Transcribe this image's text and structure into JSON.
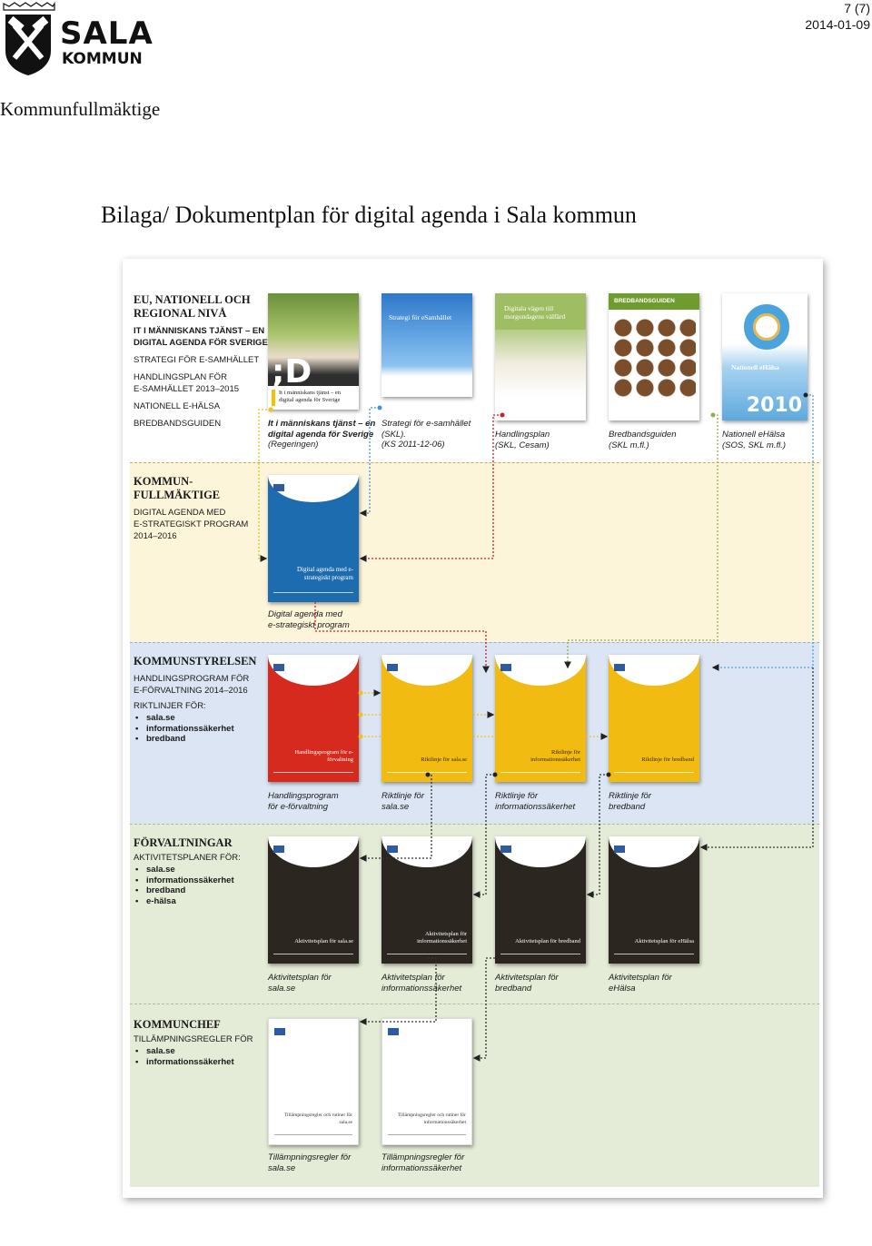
{
  "header": {
    "logo_name": "SALA",
    "logo_sub": "KOMMUN",
    "page_number": "7 (7)",
    "date": "2014-01-09",
    "department": "Kommunfullmäktige",
    "title": "Bilaga/ Dokumentplan för digital agenda i Sala kommun"
  },
  "colors": {
    "blue_doc": "#1e6cb0",
    "red_doc": "#d62a1e",
    "yellow_doc": "#f2bb12",
    "black_doc": "#2b2620",
    "band_yellow": "#fdf5d9",
    "band_blue": "#dbe5f3",
    "band_green": "#e4ebd6"
  },
  "sections": {
    "national": {
      "heading_1": "EU, NATIONELL OCH",
      "heading_2": "REGIONAL NIVÅ",
      "items": [
        "IT I MÄNNISKANS TJÄNST – EN",
        "DIGITAL AGENDA FÖR SVERIGE",
        "STRATEGI FÖR E-SAMHÄLLET",
        "HANDLINGSPLAN FÖR",
        "E-SAMHÄLLET 2013–2015",
        "NATIONELL E-HÄLSA",
        "BREDBANDSGUIDEN"
      ]
    },
    "kf": {
      "heading_1": "KOMMUN-",
      "heading_2": "FULLMÄKTIGE",
      "items": [
        "DIGITAL AGENDA MED",
        "E-STRATEGISKT PROGRAM",
        "2014–2016"
      ]
    },
    "ks": {
      "heading": "KOMMUNSTYRELSEN",
      "items": [
        "HANDLINGSPROGRAM FÖR",
        "E-FÖRVALTNING 2014–2016",
        "RIKTLINJER FÖR:"
      ],
      "bullets": [
        "sala.se",
        "informationssäkerhet",
        "bredband"
      ]
    },
    "forv": {
      "heading": "FÖRVALTNINGAR",
      "sub": "AKTIVITETSPLANER FÖR:",
      "bullets": [
        "sala.se",
        "informationssäkerhet",
        "bredband",
        "e-hälsa"
      ]
    },
    "chef": {
      "heading": "KOMMUNCHEF",
      "sub": "TILLÄMPNINGSREGLER FÖR",
      "bullets": [
        "sala.se",
        "informationssäkerhet"
      ]
    }
  },
  "national_docs": [
    {
      "cover_text": "It i människans tjänst – en digital agenda för Sverige",
      "cover_big": ";D",
      "caption": [
        "It i människans tjänst – en",
        "digital agenda för Sverige",
        "(Regeringen)"
      ]
    },
    {
      "cover_text": "Strategi för eSamhället",
      "caption": [
        "Strategi för e-samhället",
        "(SKL).",
        "(KS 2011-12-06)"
      ]
    },
    {
      "cover_text": "Digitala vägen till morgondagens välfärd",
      "caption": [
        "Handlingsplan",
        "(SKL, Cesam)"
      ]
    },
    {
      "cover_text": "BREDBANDSGUIDEN",
      "caption": [
        "Bredbandsguiden",
        "(SKL m.fl.)"
      ]
    },
    {
      "cover_text": "Nationell eHälsa",
      "cover_big": "2010",
      "caption": [
        "Nationell eHälsa",
        "(SOS, SKL m.fl.)"
      ]
    }
  ],
  "kf_doc": {
    "cover_text": "Digital agenda med e-strategiskt program",
    "caption": [
      "Digital agenda med",
      "e-strategiskt program"
    ]
  },
  "ks_docs": [
    {
      "cover_text": "Handlingsprogram för e-förvaltning",
      "caption": [
        "Handlingsprogram",
        "för e-förvaltning"
      ]
    },
    {
      "cover_text": "Riktlinje för sala.se",
      "caption": [
        "Riktlinje för",
        "sala.se"
      ]
    },
    {
      "cover_text": "Riktlinje för informationssäkerhet",
      "caption": [
        "Riktlinje för",
        "informationssäkerhet"
      ]
    },
    {
      "cover_text": "Riktlinje för bredband",
      "caption": [
        "Riktlinje för",
        "bredband"
      ]
    }
  ],
  "forv_docs": [
    {
      "cover_text": "Aktivitetsplan för sala.se",
      "caption": [
        "Aktivitetsplan för",
        "sala.se"
      ]
    },
    {
      "cover_text": "Aktivitetsplan för informationssäkerhet",
      "caption": [
        "Aktivitetsplan för",
        "informationssäkerhet"
      ]
    },
    {
      "cover_text": "Aktivitetsplan för bredband",
      "caption": [
        "Aktivitetsplan för",
        "bredband"
      ]
    },
    {
      "cover_text": "Aktivitetsplan för eHälsa",
      "caption": [
        "Aktivitetsplan för",
        "eHälsa"
      ]
    }
  ],
  "chef_docs": [
    {
      "cover_text": "Tillämpningsregler och rutiner för sala.se",
      "caption": [
        "Tillämpningsregler för",
        "sala.se"
      ]
    },
    {
      "cover_text": "Tillämpningsregler och rutiner för informationssäkerhet",
      "caption": [
        "Tillämpningsregler för",
        "informationssäkerhet"
      ]
    }
  ]
}
